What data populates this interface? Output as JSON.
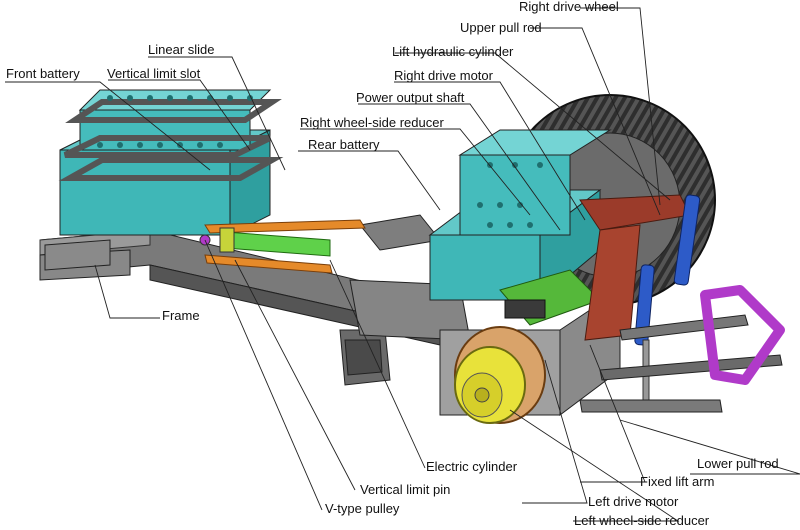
{
  "labels": {
    "right_drive_wheel": "Right drive wheel",
    "upper_pull_rod": "Upper pull rod",
    "linear_slide": "Linear slide",
    "lift_hydraulic_cylinder": "Lift hydraulic cylinder",
    "front_battery": "Front battery",
    "vertical_limit_slot": "Vertical limit slot",
    "right_drive_motor": "Right drive motor",
    "power_output_shaft": "Power output shaft",
    "right_wheel_side_reducer": "Right wheel-side reducer",
    "rear_battery": "Rear battery",
    "frame": "Frame",
    "electric_cylinder": "Electric cylinder",
    "lower_pull_rod": "Lower pull rod",
    "fixed_lift_arm": "Fixed lift arm",
    "vertical_limit_pin": "Vertical limit pin",
    "left_drive_motor": "Left drive motor",
    "v_type_pulley": "V-type pulley",
    "left_wheel_side_reducer": "Left wheel-side reducer"
  },
  "colors": {
    "battery": "#3fb7b7",
    "frame": "#6e6e6e",
    "slide_orange": "#e58a2a",
    "cylinder_green": "#5fd14a",
    "tire": "#2a2a2a",
    "reducer_yellow": "#e8e23a",
    "lift_arm_red": "#9b3b2a",
    "hydraulic_blue": "#2d5bc8",
    "implement_magenta": "#b03ac9"
  }
}
